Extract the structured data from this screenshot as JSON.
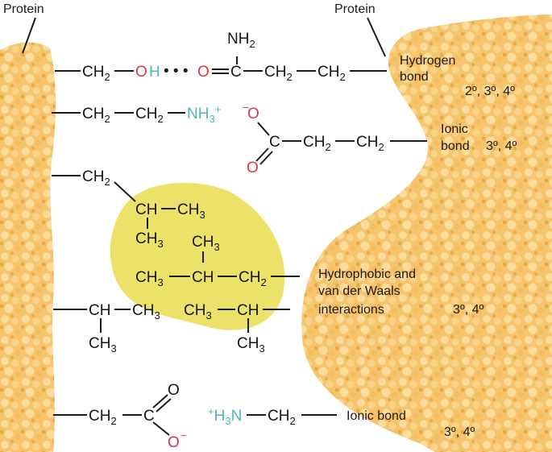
{
  "labels": {
    "protein_left": "Protein",
    "protein_right": "Protein",
    "hydrogen_bond_line1": "Hydrogen",
    "hydrogen_bond_line2": "bond",
    "hydrogen_bond_levels": "2º, 3º, 4º",
    "ionic_bond_1_line1": "Ionic",
    "ionic_bond_1_line2": "bond",
    "ionic_bond_1_levels": "3º, 4º",
    "hydrophobic_line1": "Hydrophobic and",
    "hydrophobic_line2": "van der Waals",
    "hydrophobic_line3": "interactions",
    "hydrophobic_levels": "3º, 4º",
    "ionic_bond_2": "Ionic bond",
    "ionic_bond_2_levels": "3º, 4º"
  },
  "colors": {
    "protein_fill": "#f6c46c",
    "protein_bubble_light": "#fbdc9a",
    "protein_bubble_dark": "#e7ab48",
    "hydrophobic_fill": "#ece26a",
    "oxygen_red": "#d9364f",
    "hydrogen_teal": "#4fb7b0",
    "bond_line": "#1a1a1a"
  }
}
